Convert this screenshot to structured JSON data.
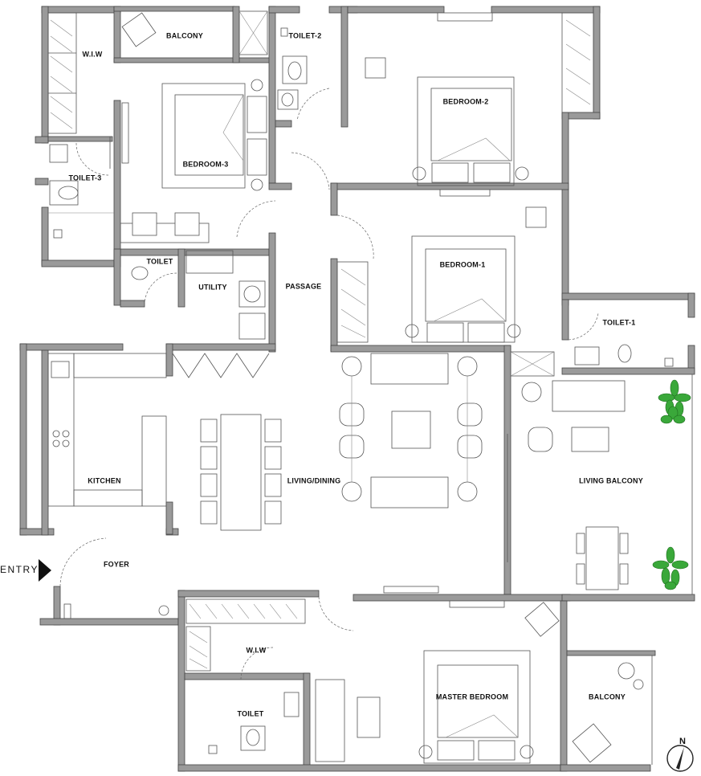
{
  "plan": {
    "rooms": {
      "wiw_top": "W.I.W",
      "balcony_top": "BALCONY",
      "toilet_2": "TOILET-2",
      "bedroom_2": "BEDROOM-2",
      "bedroom_3": "BEDROOM-3",
      "toilet_3": "TOILET-3",
      "bedroom_1": "BEDROOM-1",
      "toilet_mid": "TOILET",
      "utility": "UTILITY",
      "passage": "PASSAGE",
      "toilet_1": "TOILET-1",
      "kitchen": "KITCHEN",
      "living_dining": "LIVING/DINING",
      "living_balcony": "LIVING BALCONY",
      "foyer": "FOYER",
      "wiw_bottom": "W.I.W",
      "toilet_bottom": "TOILET",
      "master_bedroom": "MASTER BEDROOM",
      "balcony_bottom": "BALCONY"
    },
    "entry_label": "ENTRY",
    "north_label": "N",
    "colors": {
      "wall": "#9a9a9a",
      "plant": "#3aa83a"
    }
  }
}
